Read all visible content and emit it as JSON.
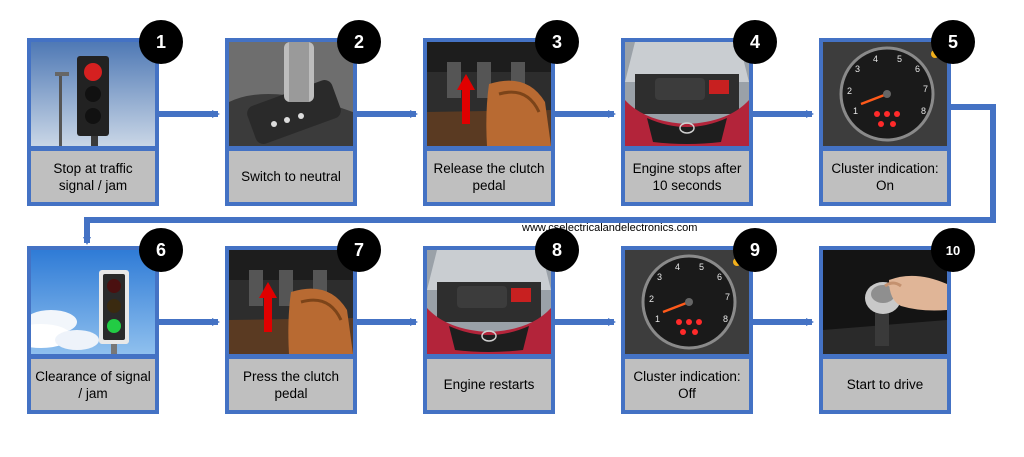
{
  "watermark": "www.cselectricalandelectronics.com",
  "steps": [
    {
      "number": "1",
      "caption": "Stop at traffic signal / jam",
      "image": "red-traffic-light"
    },
    {
      "number": "2",
      "caption": "Switch to neutral",
      "image": "gear-shifter-neutral"
    },
    {
      "number": "3",
      "caption": "Release the clutch pedal",
      "image": "pedal-release"
    },
    {
      "number": "4",
      "caption": "Engine stops after 10 seconds",
      "image": "engine-bay"
    },
    {
      "number": "5",
      "caption": "Cluster indication: On",
      "image": "instrument-cluster-on"
    },
    {
      "number": "6",
      "caption": "Clearance of signal / jam",
      "image": "green-traffic-light"
    },
    {
      "number": "7",
      "caption": "Press the clutch pedal",
      "image": "pedal-press"
    },
    {
      "number": "8",
      "caption": "Engine restarts",
      "image": "engine-bay"
    },
    {
      "number": "9",
      "caption": "Cluster indication: Off",
      "image": "instrument-cluster-off"
    },
    {
      "number": "10",
      "caption": "Start to drive",
      "image": "hand-on-gear-knob"
    }
  ],
  "colors": {
    "box": "#4472c4",
    "caption_bg": "#bfbfbf",
    "badge": "#000000",
    "arrow": "#4472c4"
  }
}
